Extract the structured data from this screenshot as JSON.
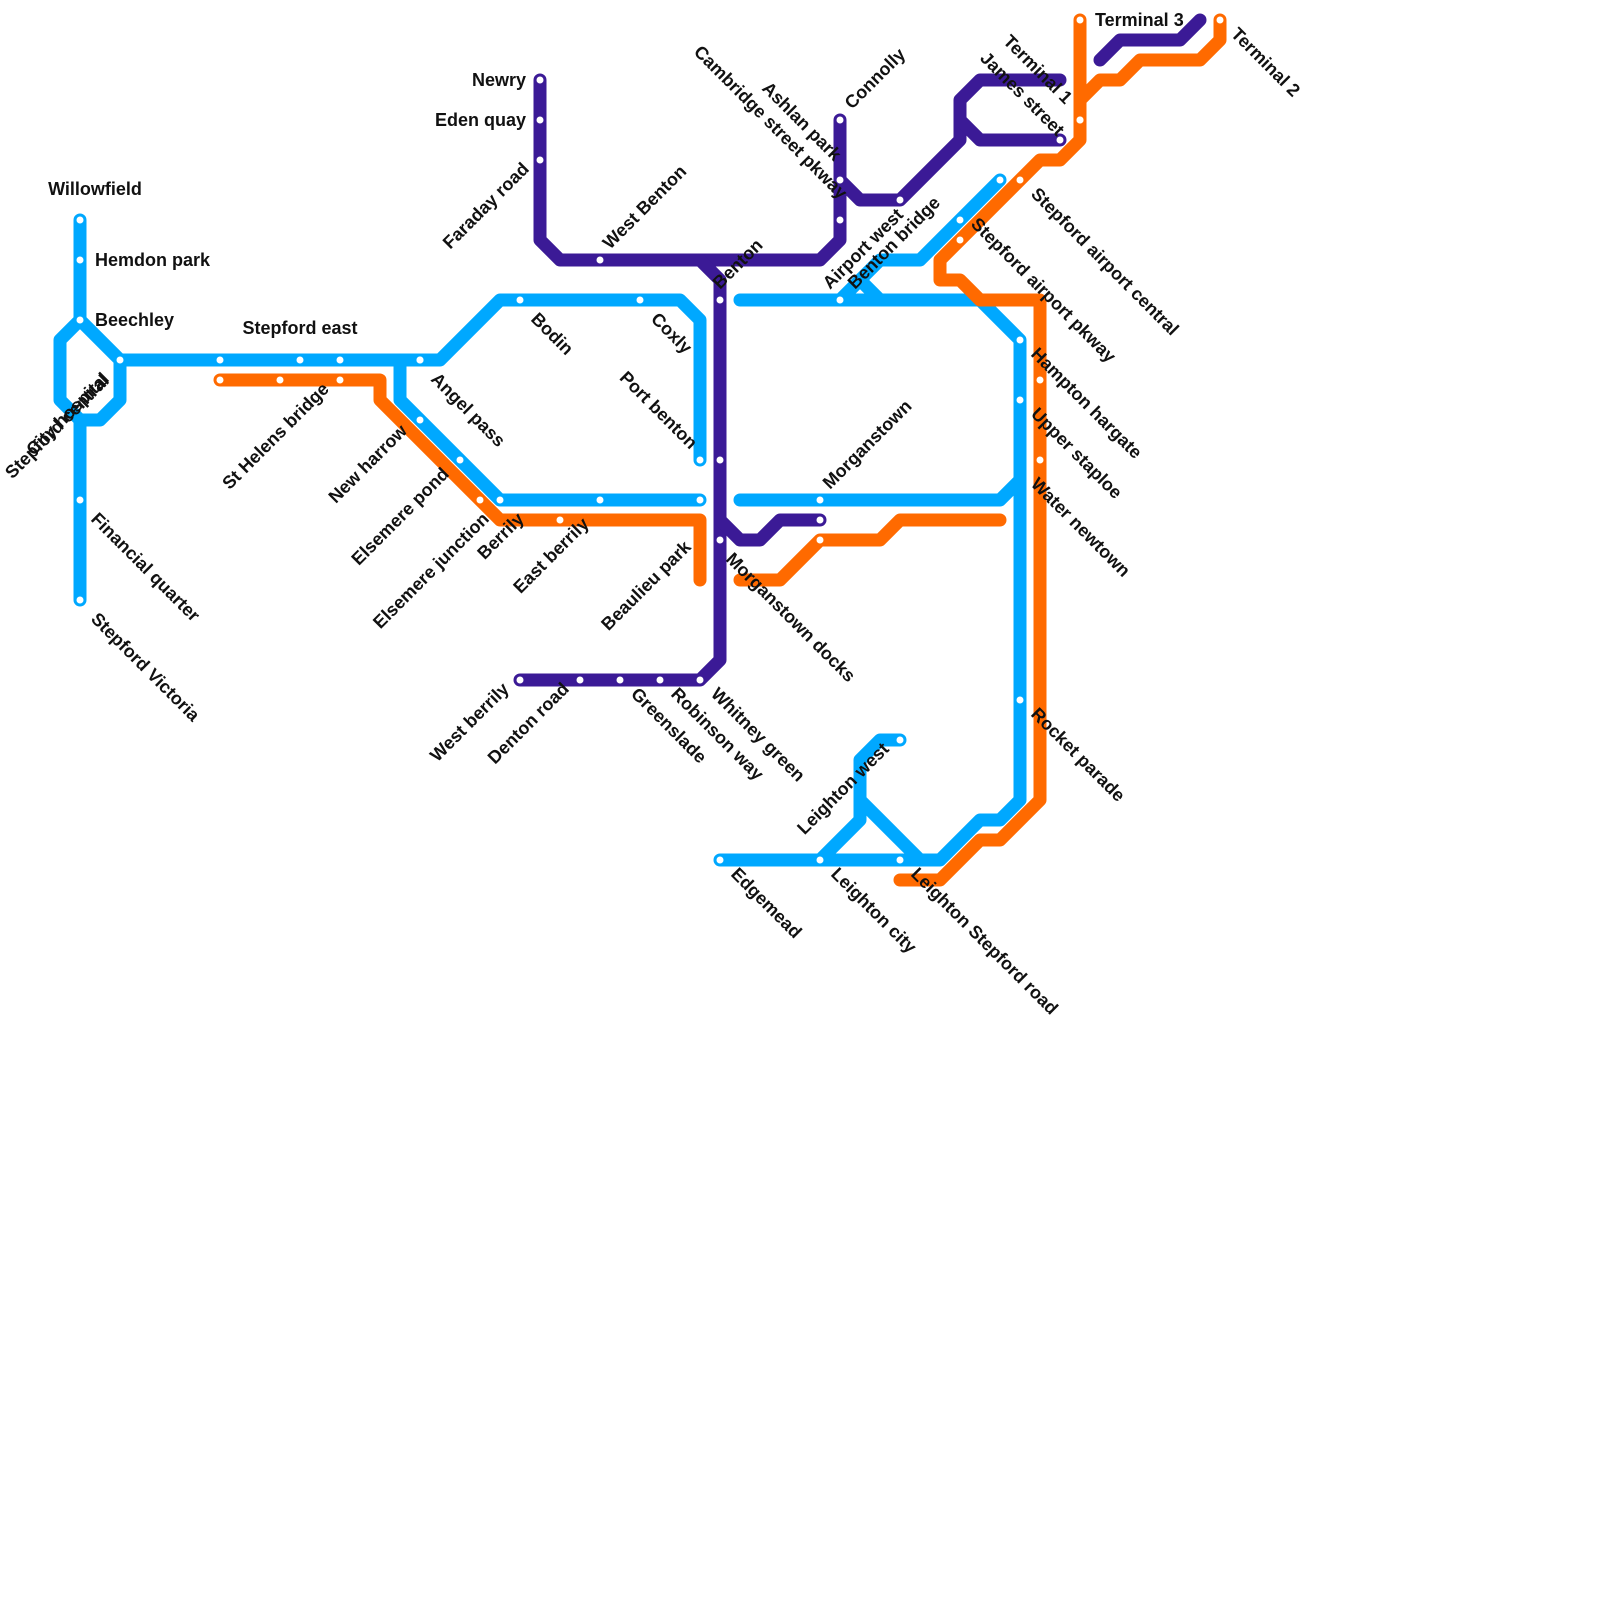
{
  "colors": {
    "light_blue": "#00a8ff",
    "purple": "#3b1a96",
    "orange": "#ff6a00",
    "station_dot": "#ffffff",
    "label": "#111111"
  },
  "lines": {
    "light_blue": "#00a8ff",
    "purple": "#3b1a96",
    "orange": "#ff6a00"
  },
  "stations": [
    "Willowfield",
    "Hemdon park",
    "Beechley",
    "City hospital",
    "Stepford central",
    "Stepford east",
    "St Helens bridge",
    "New harrow",
    "Angel pass",
    "Elsemere pond",
    "Elsemere junction",
    "Financial quarter",
    "Stepford Victoria",
    "Bodin",
    "Coxly",
    "Port benton",
    "Berrily",
    "East berrily",
    "Beaulieu park",
    "Newry",
    "Eden quay",
    "Faraday road",
    "West Benton",
    "Benton",
    "Cambridge street pkway",
    "Ashlan park",
    "Connolly",
    "Airport west",
    "Benton bridge",
    "James street",
    "Terminal 1",
    "Terminal 3",
    "Terminal 2",
    "Stepford airport central",
    "Stepford airport pkway",
    "Hampton hargate",
    "Upper staploe",
    "Water newtown",
    "Morganstown",
    "Morganstown docks",
    "West berrily",
    "Denton road",
    "Greenslade",
    "Robinson way",
    "Whitney green",
    "Rocket parade",
    "Leighton west",
    "Edgemead",
    "Leighton city",
    "Leighton Stepford road"
  ]
}
